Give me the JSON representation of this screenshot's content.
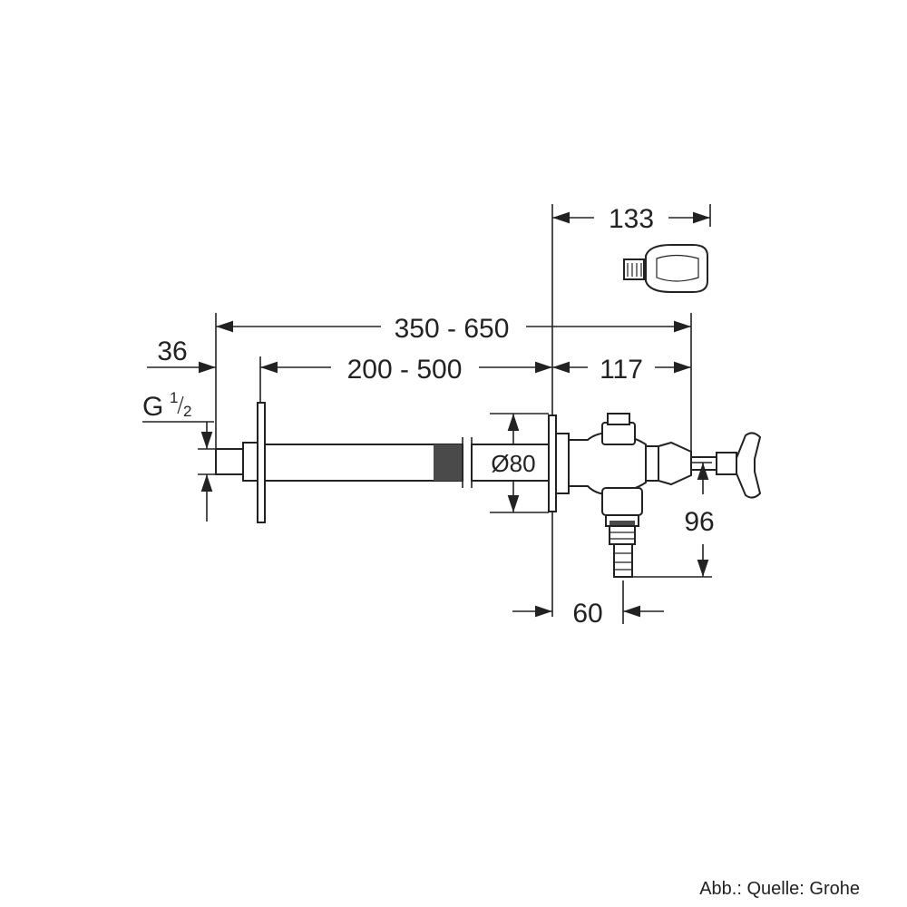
{
  "dimensions": {
    "top_width": "133",
    "overall_length": "350 - 650",
    "wall_length": "200 - 500",
    "head_length": "117",
    "thread_depth": "36",
    "thread_name": "G",
    "thread_num": "1",
    "thread_den": "2",
    "diameter": "Ø80",
    "height": "96",
    "offset": "60"
  },
  "caption": "Abb.: Quelle: Grohe"
}
